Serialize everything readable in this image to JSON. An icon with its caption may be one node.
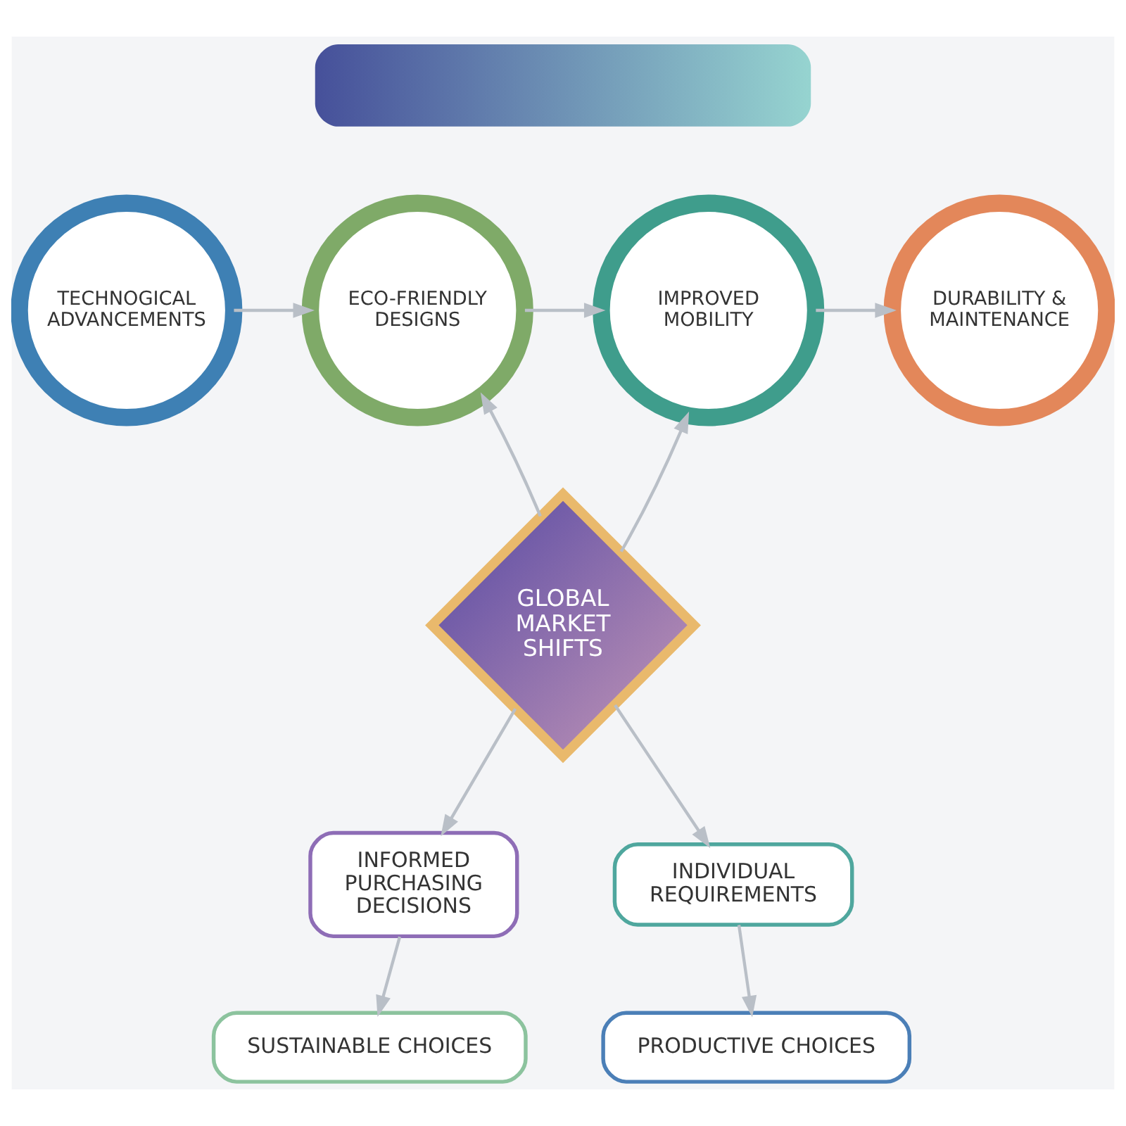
{
  "diagram": {
    "nodes": [
      {
        "text": [],
        "shape": "bar"
      },
      {
        "text": [
          "TECHNOGICAL ADVANCEMENTS"
        ]
      },
      {
        "text": [
          "ECO-FRIENDLY DESIGNS"
        ]
      },
      {
        "text": [
          "IMPROVED MOBILITY"
        ]
      },
      {
        "text": [
          "DURABILITY & MAINTENANCE"
        ]
      },
      {
        "text": [
          "GLOBAL MARKET SHIFTS"
        ]
      },
      {
        "text": [
          "INFORMED PURCHASING DECISIONS"
        ]
      },
      {
        "text": [
          "INDIVIDUAL REQUIREMENTS"
        ]
      },
      {
        "text": [
          "SUSTAINABLE CHOICES"
        ]
      },
      {
        "text": [
          "PRODUCTIVE CHOICES"
        ]
      }
    ],
    "edges": [
      {
        "from": 1,
        "to": 2,
        "arrow": "to"
      },
      {
        "from": 2,
        "to": 3,
        "arrow": "to"
      },
      {
        "from": 3,
        "to": 4,
        "arrow": "to"
      },
      {
        "from": 5,
        "to": 2,
        "arrow": "to"
      },
      {
        "from": 5,
        "to": 3,
        "arrow": "to"
      },
      {
        "from": 5,
        "to": 6,
        "arrow": "to"
      },
      {
        "from": 5,
        "to": 7,
        "arrow": "to"
      },
      {
        "from": 6,
        "to": 8,
        "arrow": "to"
      },
      {
        "from": 7,
        "to": 9,
        "arrow": "to"
      }
    ]
  }
}
